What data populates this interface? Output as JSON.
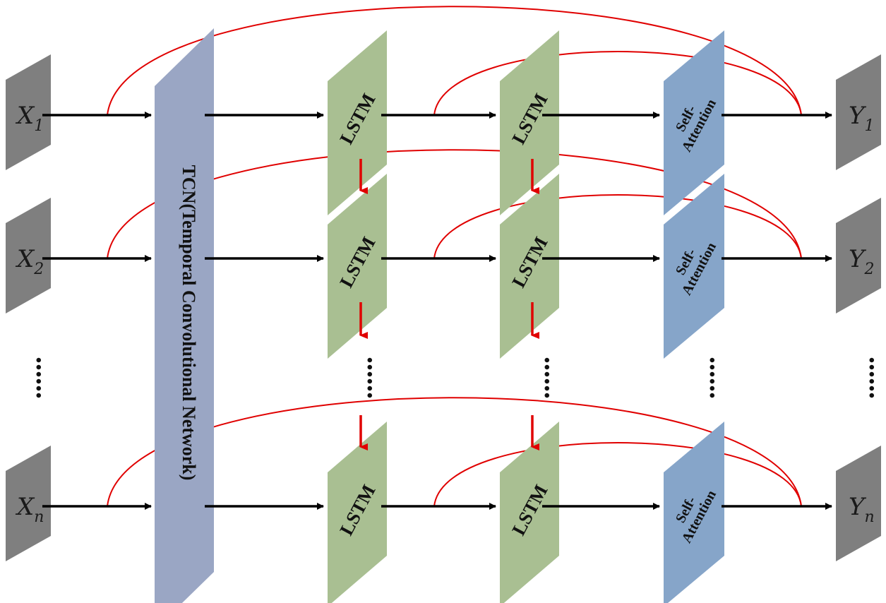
{
  "colors": {
    "io": "#7f7f7f",
    "io_side": "#5e5e5e",
    "tcn": "#9aa6c4",
    "tcn_side": "#7d89aa",
    "lstm": "#a9bf92",
    "lstm_side": "#8ea276",
    "attn": "#86a5c9",
    "attn_side": "#6a89ae",
    "arrow": "#000000",
    "skip": "#e00000"
  },
  "tcn": {
    "label": "TCN(Temporal Convolutional Network)"
  },
  "lstm_label": "LSTM",
  "attention_label": {
    "line1": "Self-",
    "line2": "Attention"
  },
  "rows": [
    {
      "input": {
        "base": "X",
        "sub": "1"
      },
      "output": {
        "base": "Y",
        "sub": "1"
      }
    },
    {
      "input": {
        "base": "X",
        "sub": "2"
      },
      "output": {
        "base": "Y",
        "sub": "2"
      }
    },
    {
      "input": {
        "base": "X",
        "sub": "n"
      },
      "output": {
        "base": "Y",
        "sub": "n"
      }
    }
  ],
  "ellipsis": "......"
}
